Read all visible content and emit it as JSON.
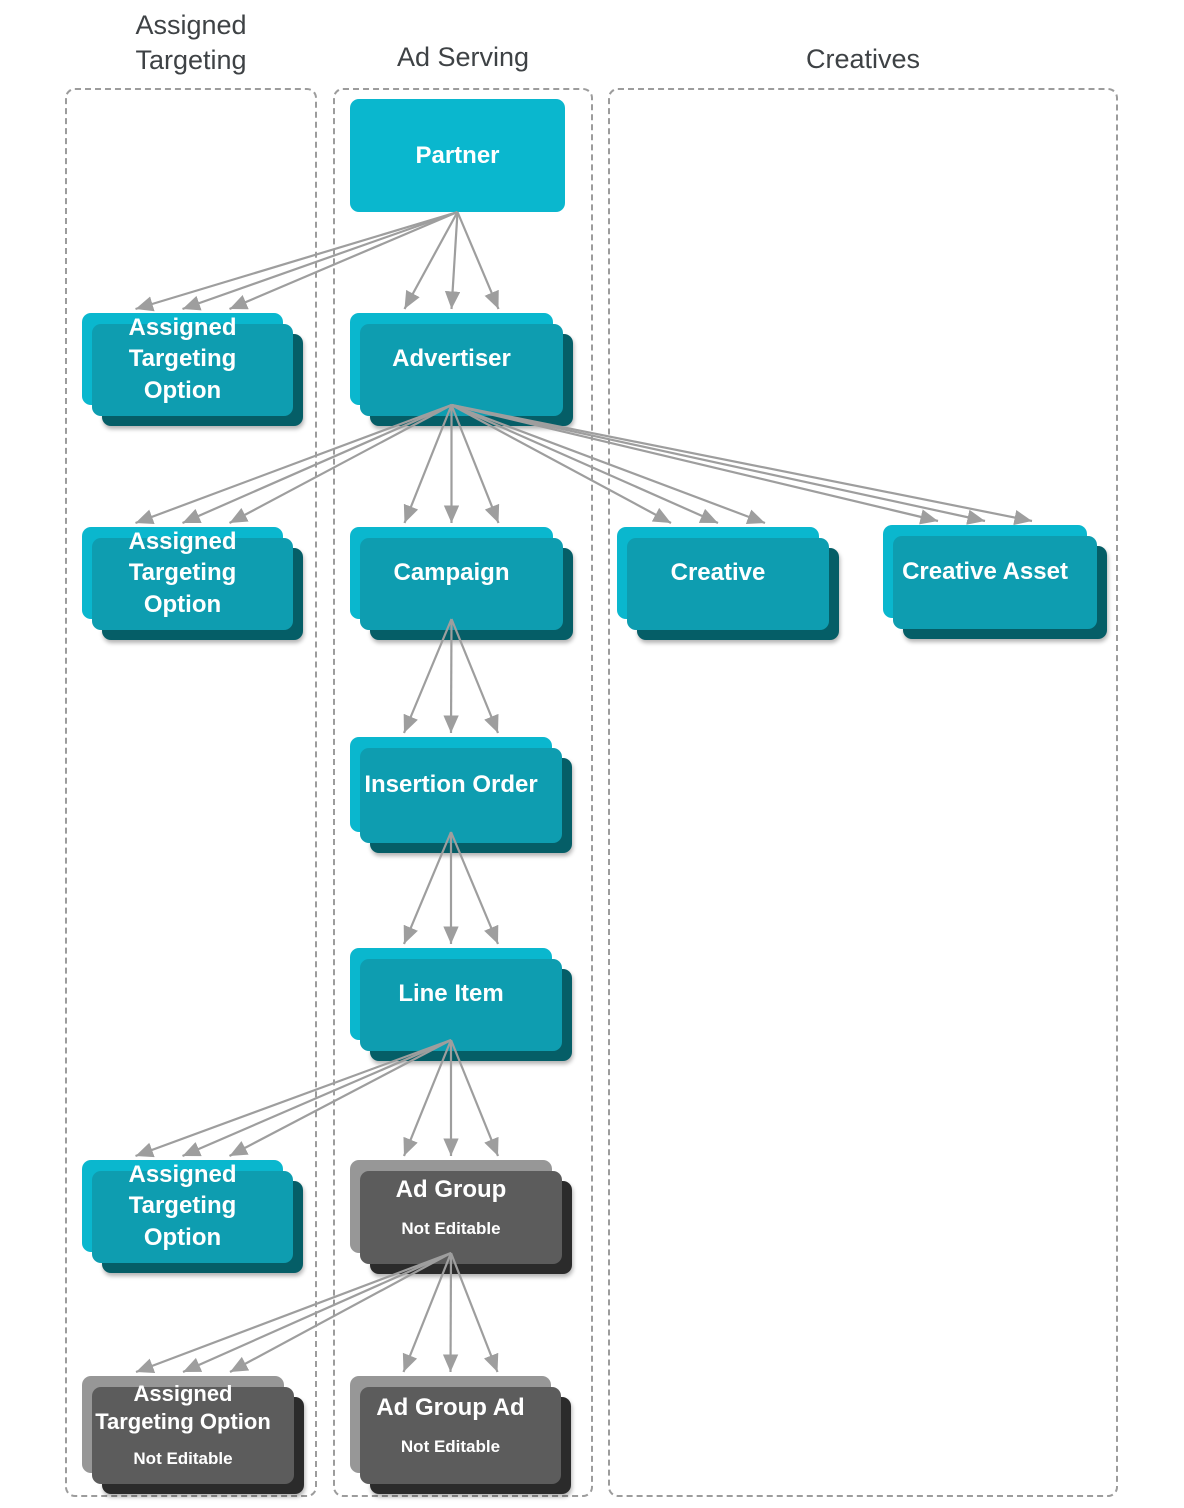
{
  "headers": {
    "assigned_targeting": "Assigned\nTargeting",
    "ad_serving": "Ad Serving",
    "creatives": "Creatives"
  },
  "nodes": [
    {
      "id": "partner",
      "label": "Partner",
      "variant": "teal",
      "stacked": false
    },
    {
      "id": "ato1",
      "label": "Assigned\nTargeting\nOption",
      "variant": "teal",
      "stacked": true
    },
    {
      "id": "advertiser",
      "label": "Advertiser",
      "variant": "teal",
      "stacked": true
    },
    {
      "id": "ato2",
      "label": "Assigned\nTargeting\nOption",
      "variant": "teal",
      "stacked": true
    },
    {
      "id": "campaign",
      "label": "Campaign",
      "variant": "teal",
      "stacked": true
    },
    {
      "id": "creative",
      "label": "Creative",
      "variant": "teal",
      "stacked": true
    },
    {
      "id": "creative_asset",
      "label": "Creative Asset",
      "variant": "teal",
      "stacked": true
    },
    {
      "id": "insertion_order",
      "label": "Insertion Order",
      "variant": "teal",
      "stacked": true
    },
    {
      "id": "line_item",
      "label": "Line Item",
      "variant": "teal",
      "stacked": true
    },
    {
      "id": "ato3",
      "label": "Assigned\nTargeting\nOption",
      "variant": "teal",
      "stacked": true
    },
    {
      "id": "ad_group",
      "label": "Ad Group",
      "sublabel": "Not Editable",
      "variant": "gray",
      "stacked": true
    },
    {
      "id": "ato4",
      "label": "Assigned\nTargeting Option",
      "sublabel": "Not Editable",
      "variant": "gray",
      "stacked": true
    },
    {
      "id": "ad_group_ad",
      "label": "Ad Group Ad",
      "sublabel": "Not Editable",
      "variant": "gray",
      "stacked": true
    }
  ],
  "edges": [
    {
      "from": "partner",
      "to": "ato1"
    },
    {
      "from": "partner",
      "to": "advertiser"
    },
    {
      "from": "advertiser",
      "to": "ato2"
    },
    {
      "from": "advertiser",
      "to": "campaign"
    },
    {
      "from": "advertiser",
      "to": "creative"
    },
    {
      "from": "advertiser",
      "to": "creative_asset"
    },
    {
      "from": "campaign",
      "to": "insertion_order"
    },
    {
      "from": "insertion_order",
      "to": "line_item"
    },
    {
      "from": "line_item",
      "to": "ato3"
    },
    {
      "from": "line_item",
      "to": "ad_group"
    },
    {
      "from": "ad_group",
      "to": "ato4"
    },
    {
      "from": "ad_group",
      "to": "ad_group_ad"
    }
  ],
  "colors": {
    "teal": "#0AB7CE",
    "teal_mid": "#0E9DB0",
    "teal_dark": "#055E67",
    "gray": "#979797",
    "gray_mid": "#5C5C5C",
    "gray_dark": "#2B2B2B",
    "arrow": "#9E9E9E",
    "header_text": "#3E4245",
    "border": "#9C9C9C"
  }
}
